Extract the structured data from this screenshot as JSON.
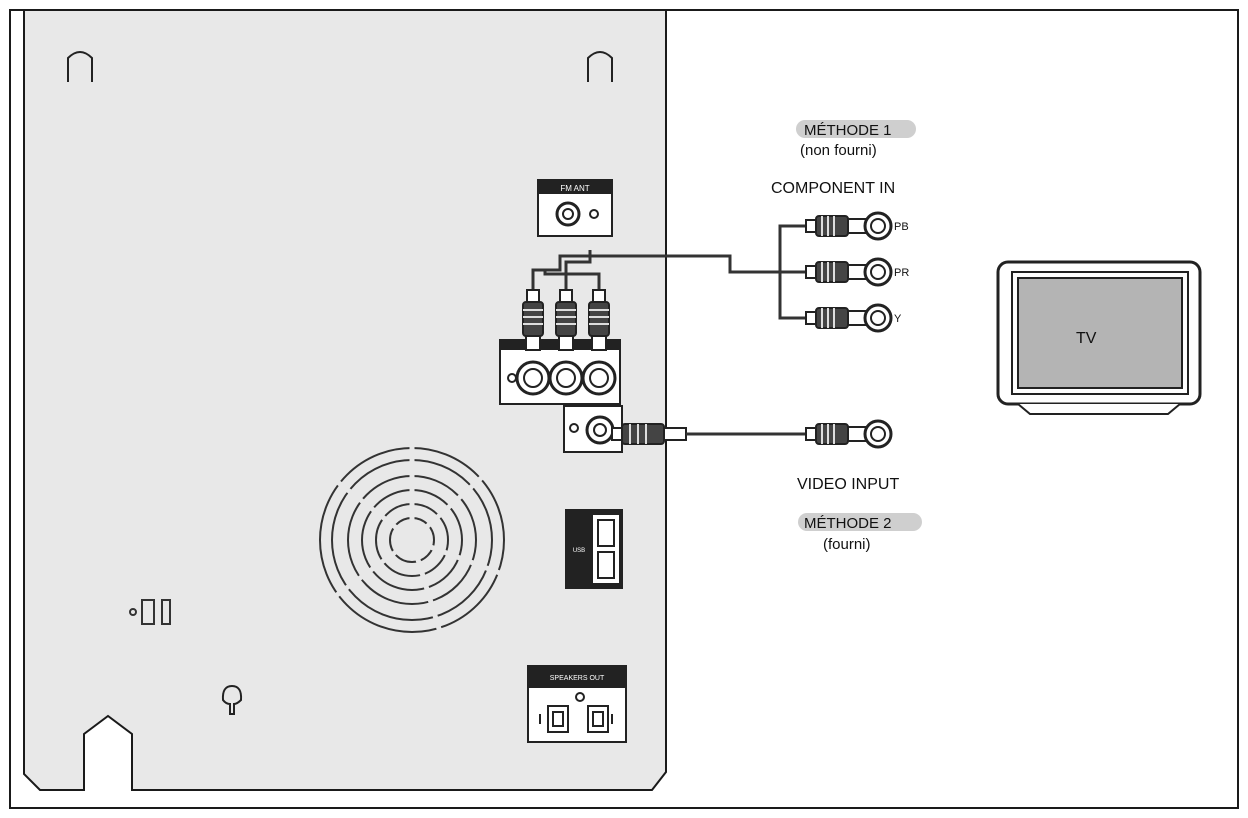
{
  "method1": {
    "title": "MÉTHODE 1",
    "note": "(non fourni)"
  },
  "component": {
    "heading": "COMPONENT IN",
    "jacks": [
      "PB",
      "PR",
      "Y"
    ]
  },
  "tv": {
    "label": "TV"
  },
  "video": {
    "heading": "VIDEO INPUT"
  },
  "method2": {
    "title": "MÉTHODE 2",
    "note": "(fourni)"
  },
  "unit": {
    "fm_label": "FM ANT",
    "usb_label": "USB",
    "speaker_label": "SPEAKERS OUT"
  },
  "colors": {
    "panel": "#e8e8e8",
    "line": "#1a1a1a",
    "tv_screen": "#b4b4b4"
  }
}
